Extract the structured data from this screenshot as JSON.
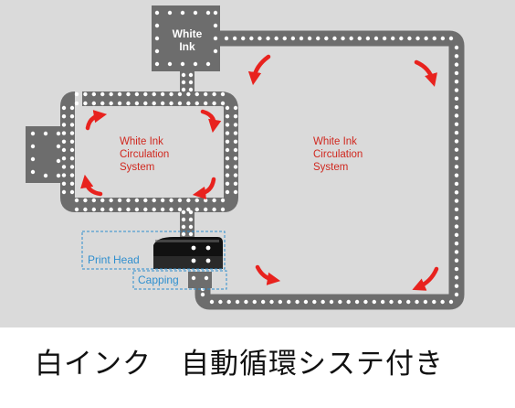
{
  "diagram": {
    "white_ink_label_line1": "White",
    "white_ink_label_line2": "Ink",
    "left_system_label": [
      "White Ink",
      "Circulation",
      "System"
    ],
    "right_system_label": [
      "White Ink",
      "Circulation",
      "System"
    ],
    "print_head_label": "Print Head",
    "capping_label": "Capping",
    "colors": {
      "background": "#dadada",
      "track": "#6d6d6d",
      "dot": "#ffffff",
      "arrow": "#e8221e",
      "system_label": "#d0281f",
      "callout": "#2f8fcf"
    },
    "icons": {
      "flow_arrow": "curved-flow-arrow-icon",
      "print_head": "print-head-icon"
    }
  },
  "caption": {
    "text": "白インク　自動循環システ付き"
  }
}
